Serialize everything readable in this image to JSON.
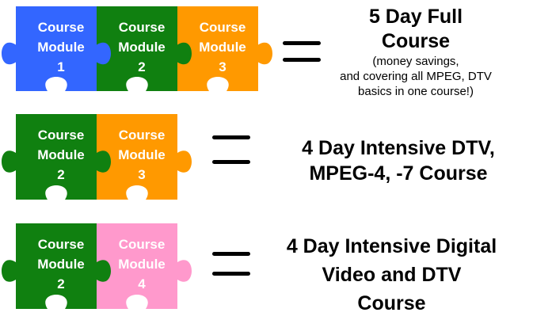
{
  "rows": [
    {
      "pieces": [
        {
          "line1": "Course",
          "line2": "Module",
          "number": "1",
          "color": "#3366ff"
        },
        {
          "line1": "Course",
          "line2": "Module",
          "number": "2",
          "color": "#108010"
        },
        {
          "line1": "Course",
          "line2": "Module",
          "number": "3",
          "color": "#ff9900"
        }
      ],
      "title_lines": [
        "5 Day Full",
        "Course"
      ],
      "note_lines": [
        "(money savings,",
        "and covering all MPEG, DTV",
        "basics in one course!)"
      ]
    },
    {
      "pieces": [
        {
          "line1": "Course",
          "line2": "Module",
          "number": "2",
          "color": "#108010"
        },
        {
          "line1": "Course",
          "line2": "Module",
          "number": "3",
          "color": "#ff9900"
        }
      ],
      "title_lines": [
        "4 Day Intensive DTV,",
        "MPEG-4, -7 Course"
      ],
      "note_lines": []
    },
    {
      "pieces": [
        {
          "line1": "Course",
          "line2": "Module",
          "number": "2",
          "color": "#108010"
        },
        {
          "line1": "Course",
          "line2": "Module",
          "number": "4",
          "color": "#ff99cc"
        }
      ],
      "title_lines": [
        "4 Day Intensive Digital",
        "Video and  DTV",
        "Course"
      ],
      "note_lines": []
    }
  ]
}
